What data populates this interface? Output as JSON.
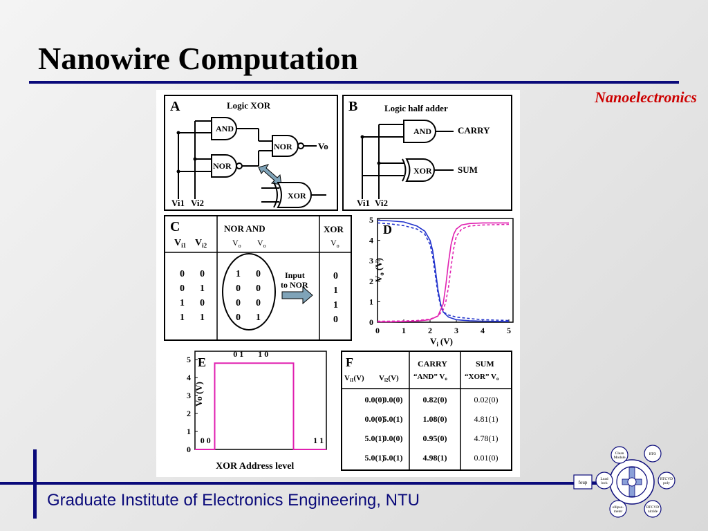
{
  "slide": {
    "title": "Nanowire Computation",
    "subtitle": "Nanoelectronics",
    "footer": "Graduate Institute of Electronics Engineering, NTU"
  },
  "panel_a": {
    "letter": "A",
    "heading": "Logic XOR",
    "gate_and": "AND",
    "gate_nor_1": "NOR",
    "gate_nor_2": "NOR",
    "gate_xor": "XOR",
    "output": "Vo",
    "input_1": "Vi1",
    "input_2": "Vi2"
  },
  "panel_b": {
    "letter": "B",
    "heading": "Logic  half adder",
    "gate_and": "AND",
    "gate_xor": "XOR",
    "out_carry": "CARRY",
    "out_sum": "SUM",
    "input_1": "Vi1",
    "input_2": "Vi2"
  },
  "panel_c": {
    "letter": "C",
    "col_vi1": "V",
    "col_vi1_sub": "i1",
    "col_vi2": "V",
    "col_vi2_sub": "i2",
    "header_nor_and": "NOR  AND",
    "header_vo": "V",
    "header_vo_sub": "o",
    "header_xor": "XOR",
    "arrow_label_1": "Input",
    "arrow_label_2": "to NOR",
    "inputs": [
      [
        "0",
        "0"
      ],
      [
        "0",
        "1"
      ],
      [
        "1",
        "0"
      ],
      [
        "1",
        "1"
      ]
    ],
    "nor_and": [
      [
        "1",
        "0"
      ],
      [
        "0",
        "0"
      ],
      [
        "0",
        "0"
      ],
      [
        "0",
        "1"
      ]
    ],
    "xor": [
      "0",
      "1",
      "1",
      "0"
    ]
  },
  "chart_data": [
    {
      "id": "D",
      "type": "line",
      "panel_letter": "D",
      "xlabel": "V",
      "xlabel_sub": "i",
      "xlabel_unit": "(V)",
      "ylabel": "V",
      "ylabel_sub": "o",
      "ylabel_unit": "(V)",
      "xlim": [
        0,
        5
      ],
      "ylim": [
        0,
        5
      ],
      "x_ticks": [
        "0",
        "1",
        "2",
        "3",
        "4",
        "5"
      ],
      "y_ticks": [
        "0",
        "1",
        "2",
        "3",
        "4",
        "5"
      ],
      "series": [
        {
          "color": "#2233cc",
          "style": "solid",
          "x": [
            0,
            0.5,
            1,
            1.5,
            1.8,
            2.0,
            2.1,
            2.2,
            2.3,
            2.4,
            2.5,
            2.7,
            3.0,
            3.5,
            4,
            5
          ],
          "y": [
            4.98,
            4.95,
            4.9,
            4.7,
            4.45,
            4.0,
            3.5,
            2.6,
            1.6,
            0.9,
            0.5,
            0.25,
            0.12,
            0.07,
            0.05,
            0.03
          ]
        },
        {
          "color": "#2233cc",
          "style": "dashed",
          "x": [
            0,
            0.5,
            1,
            1.5,
            1.8,
            2.0,
            2.1,
            2.2,
            2.3,
            2.4,
            2.5,
            2.7,
            3.0,
            3.5,
            4,
            5
          ],
          "y": [
            4.85,
            4.8,
            4.72,
            4.55,
            4.3,
            3.8,
            3.2,
            2.3,
            1.4,
            0.8,
            0.5,
            0.35,
            0.25,
            0.18,
            0.12,
            0.08
          ]
        },
        {
          "color": "#e020b0",
          "style": "solid",
          "x": [
            0,
            0.5,
            1,
            1.5,
            2,
            2.3,
            2.5,
            2.6,
            2.7,
            2.8,
            2.9,
            3.0,
            3.2,
            3.5,
            4,
            5
          ],
          "y": [
            0.02,
            0.02,
            0.03,
            0.05,
            0.12,
            0.3,
            0.9,
            1.8,
            2.9,
            3.8,
            4.3,
            4.55,
            4.75,
            4.82,
            4.85,
            4.85
          ]
        },
        {
          "color": "#e020b0",
          "style": "dashed",
          "x": [
            0,
            0.5,
            1,
            1.5,
            2,
            2.3,
            2.5,
            2.6,
            2.7,
            2.8,
            2.9,
            3.0,
            3.2,
            3.5,
            4,
            5
          ],
          "y": [
            0.05,
            0.05,
            0.06,
            0.08,
            0.15,
            0.3,
            0.6,
            1.0,
            1.7,
            2.7,
            3.6,
            4.2,
            4.55,
            4.7,
            4.75,
            4.78
          ]
        }
      ]
    },
    {
      "id": "E",
      "type": "line",
      "panel_letter": "E",
      "xlabel": "XOR Address level",
      "ylabel": "Vo (V)",
      "ylim": [
        0,
        5
      ],
      "y_ticks": [
        "0",
        "1",
        "2",
        "3",
        "4",
        "5"
      ],
      "series": [
        {
          "color": "#e020b0",
          "x": [
            0,
            0.15,
            0.15,
            0.35,
            0.35,
            0.6,
            0.6,
            0.75,
            0.75,
            1.0
          ],
          "y": [
            0.0,
            0.0,
            4.8,
            4.8,
            4.8,
            4.8,
            4.8,
            4.8,
            0.0,
            0.0
          ]
        }
      ],
      "annotations": [
        "0 0",
        "0 1",
        "1 0",
        "1 1"
      ]
    }
  ],
  "panel_e": {
    "letter": "E"
  },
  "panel_f": {
    "letter": "F",
    "headers": {
      "vi1": "V",
      "vi1_sub": "i1",
      "vi1_unit": "(V)",
      "vi2": "V",
      "vi2_sub": "i2",
      "vi2_unit": "(V)",
      "carry_1": "CARRY",
      "carry_2": "“AND” V",
      "carry_2_sub": "o",
      "sum_1": "SUM",
      "sum_2": "“XOR” V",
      "sum_2_sub": "o"
    },
    "rows": [
      [
        "0.0(0)",
        "0.0(0)",
        "0.82(0)",
        "0.02(0)"
      ],
      [
        "0.0(0)",
        "5.0(1)",
        "1.08(0)",
        "4.81(1)"
      ],
      [
        "5.0(1)",
        "0.0(0)",
        "0.95(0)",
        "4.78(1)"
      ],
      [
        "5.0(1)",
        "5.0(1)",
        "4.98(1)",
        "0.01(0)"
      ]
    ]
  },
  "logo": {
    "nodes": [
      "Clean Module",
      "RTO",
      "RTCVD poly",
      "RTCVD nitride",
      "ellipso- meter",
      "Load lock"
    ],
    "entry": "foup"
  },
  "colors": {
    "title_rule": "#0a0a7a",
    "subtitle": "#cc0000",
    "footer": "#0a0a7a",
    "curve_blue": "#2233cc",
    "curve_magenta": "#e020b0"
  }
}
